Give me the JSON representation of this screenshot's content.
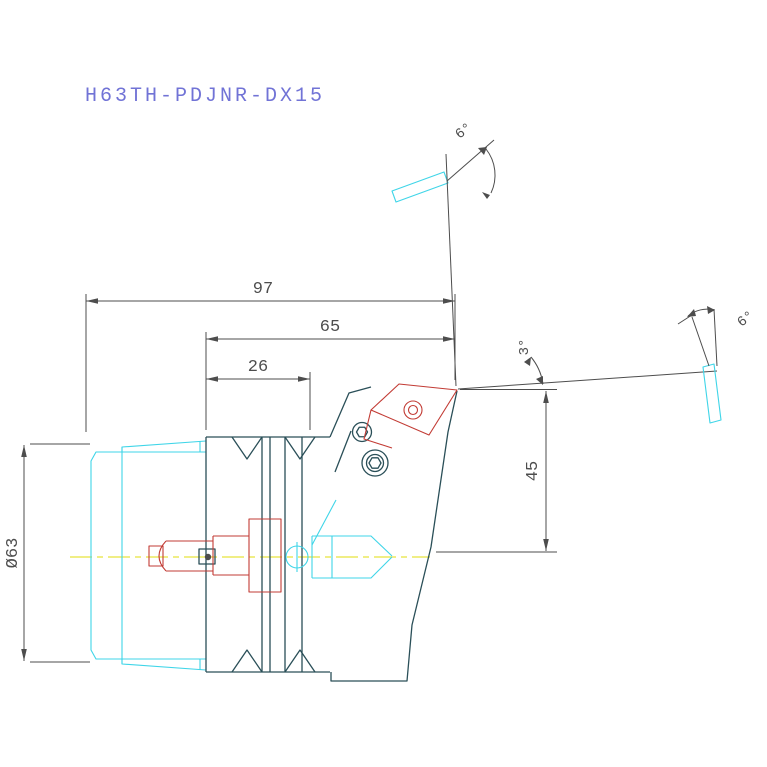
{
  "title": "H63TH-PDJNR-DX15",
  "labels": {
    "dim_97": "97",
    "dim_65": "65",
    "dim_26": "26",
    "dim_45": "45",
    "dim_diameter": "Ø63",
    "angle_top": "6°",
    "angle_insert": "3°",
    "angle_right": "6°"
  },
  "colors": {
    "title": "#7173d6",
    "dimension": "#4d4d4d",
    "outline": "#2a4f58",
    "highlight": "#3fd5e8",
    "accent_red": "#c23b34",
    "centerline": "#e8e43c",
    "background": "#ffffff"
  }
}
